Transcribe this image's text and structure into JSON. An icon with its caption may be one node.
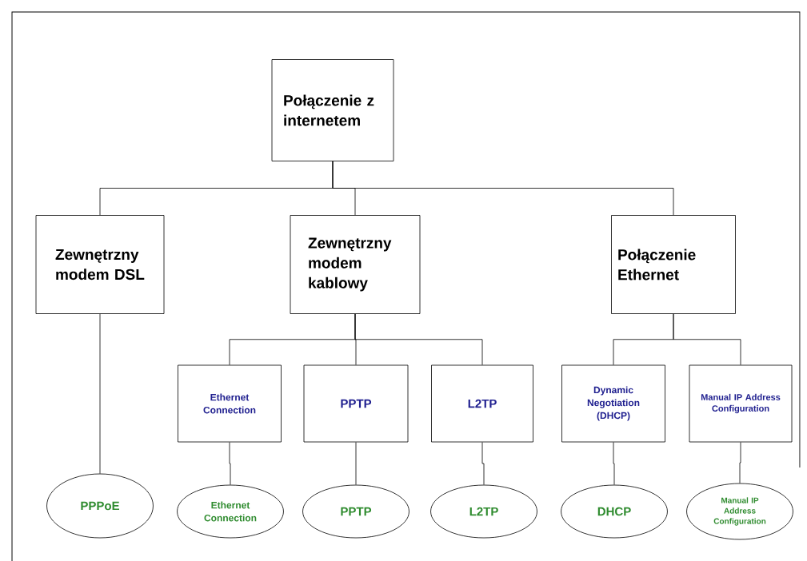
{
  "diagram": {
    "nodes": [
      {
        "text": [
          "Połączenie z internetem"
        ]
      },
      {
        "text": [
          "Zewnętrzny modem DSL"
        ]
      },
      {
        "text": [
          "Zewnętrzny modem kablowy"
        ]
      },
      {
        "text": [
          "Połączenie Ethernet"
        ]
      },
      {
        "text": [
          "Ethernet Connection"
        ]
      },
      {
        "text": [
          "PPTP"
        ]
      },
      {
        "text": [
          "L2TP"
        ]
      },
      {
        "text": [
          "Dynamic Negotiation (DHCP)"
        ]
      },
      {
        "text": [
          "Manual IP Address Configuration"
        ]
      },
      {
        "text": [
          "PPPoE"
        ]
      },
      {
        "text": [
          "Ethernet Connection"
        ]
      },
      {
        "text": [
          "PPTP"
        ]
      },
      {
        "text": [
          "L2TP"
        ]
      },
      {
        "text": [
          "DHCP"
        ]
      },
      {
        "text": [
          "Manual IP Address Configuration"
        ]
      }
    ],
    "edges": [
      {
        "from": 0,
        "to": 1,
        "arrow": "none"
      },
      {
        "from": 0,
        "to": 2,
        "arrow": "none"
      },
      {
        "from": 0,
        "to": 3,
        "arrow": "none"
      },
      {
        "from": 2,
        "to": 4,
        "arrow": "none"
      },
      {
        "from": 2,
        "to": 5,
        "arrow": "none"
      },
      {
        "from": 2,
        "to": 6,
        "arrow": "none"
      },
      {
        "from": 3,
        "to": 7,
        "arrow": "none"
      },
      {
        "from": 3,
        "to": 8,
        "arrow": "none"
      },
      {
        "from": 1,
        "to": 9,
        "arrow": "none"
      },
      {
        "from": 4,
        "to": 10,
        "arrow": "none"
      },
      {
        "from": 5,
        "to": 11,
        "arrow": "none"
      },
      {
        "from": 6,
        "to": 12,
        "arrow": "none"
      },
      {
        "from": 7,
        "to": 13,
        "arrow": "none"
      },
      {
        "from": 8,
        "to": 14,
        "arrow": "none"
      }
    ]
  }
}
